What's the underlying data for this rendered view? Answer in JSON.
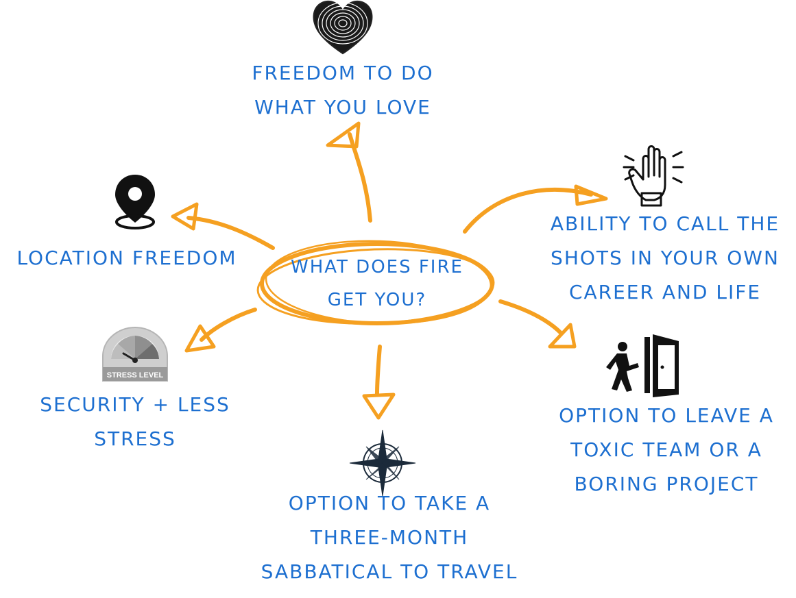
{
  "center": {
    "lines": [
      "What does FIRE",
      "get you?"
    ]
  },
  "branches": {
    "freedom": {
      "lines": [
        "Freedom to do",
        "what you love"
      ],
      "icon": "fingerprint-heart-icon"
    },
    "location": {
      "lines": [
        "Location Freedom"
      ],
      "icon": "map-pin-icon"
    },
    "ability": {
      "lines": [
        "Ability to call the",
        "shots in your own",
        "career and life"
      ],
      "icon": "raised-hand-icon"
    },
    "security": {
      "lines": [
        "Security + less",
        "stress"
      ],
      "icon": "stress-gauge-icon",
      "icon_text": "STRESS LEVEL"
    },
    "sabbatical": {
      "lines": [
        "Option to take a",
        "three-month",
        "Sabbatical to travel"
      ],
      "icon": "compass-rose-icon"
    },
    "leave": {
      "lines": [
        "Option to leave a",
        "toxic team or a",
        "boring project"
      ],
      "icon": "exit-door-icon"
    }
  },
  "colors": {
    "text": "#1d6fd0",
    "arrow": "#f5a021",
    "icon": "#111111"
  }
}
